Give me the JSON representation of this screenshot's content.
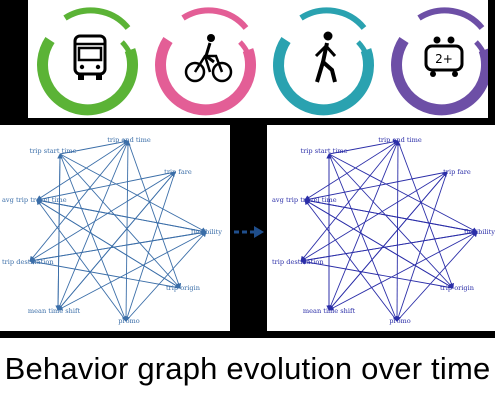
{
  "caption": "Behavior graph evolution over time",
  "icons": [
    {
      "name": "bus-icon",
      "color": "#5bb336"
    },
    {
      "name": "bicycle-icon",
      "color": "#e35e96"
    },
    {
      "name": "pedestrian-icon",
      "color": "#2aa2b0"
    },
    {
      "name": "carpool-icon",
      "label": "2+",
      "color": "#6d4fa6"
    }
  ],
  "graphs": [
    {
      "id": "before",
      "edge_color": "#3b6ea8"
    },
    {
      "id": "after",
      "edge_color": "#2b2ea8"
    }
  ],
  "nodes": [
    "trip start time",
    "trip end time",
    "trip fare",
    "flexibility",
    "trip origin",
    "promo",
    "mean time shift",
    "trip destination",
    "avg trip travel time"
  ],
  "transition_arrow_color": "#1f4e8c"
}
